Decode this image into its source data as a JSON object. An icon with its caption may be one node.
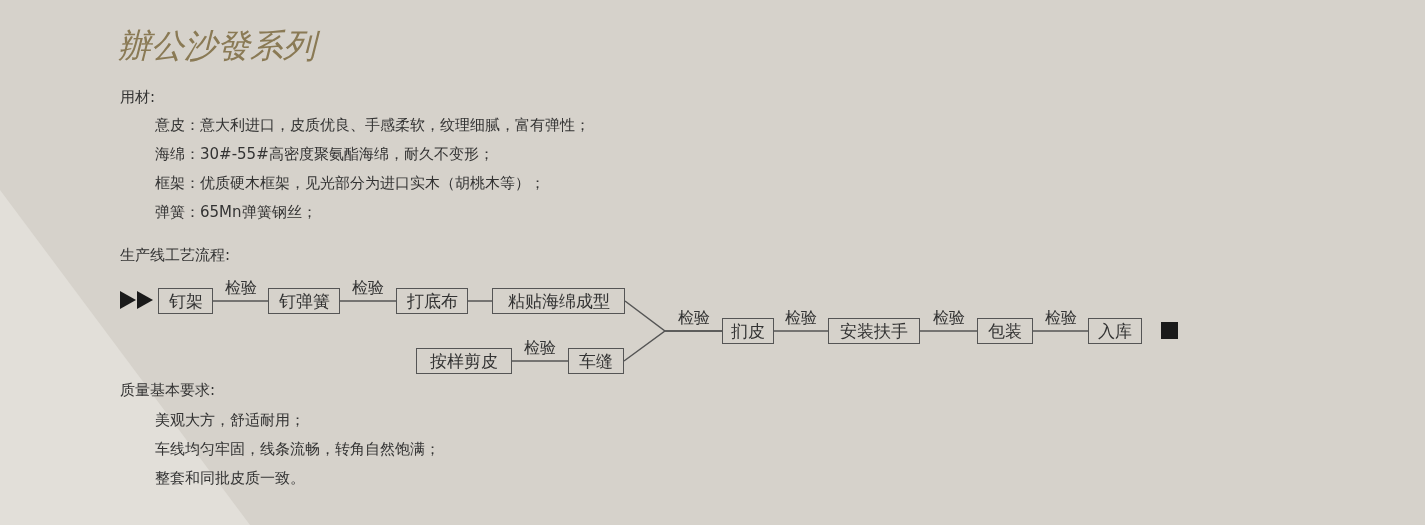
{
  "diagram": {
    "title": "辦公沙發系列",
    "nodes": [
      {
        "text": [],
        "shape": "triangle"
      },
      {
        "text": [
          "钉架"
        ]
      },
      {
        "text": [
          "钉弹簧"
        ]
      },
      {
        "text": [
          "打底布"
        ]
      },
      {
        "text": [
          "粘贴海绵成型"
        ]
      },
      {
        "text": [
          "按样剪皮"
        ]
      },
      {
        "text": [
          "车缝"
        ]
      },
      {
        "text": [
          "扪皮"
        ]
      },
      {
        "text": [
          "安装扶手"
        ]
      },
      {
        "text": [
          "包装"
        ]
      },
      {
        "text": [
          "入库"
        ]
      },
      {
        "text": [],
        "shape": "box"
      }
    ],
    "edges": [
      {
        "from": 1,
        "to": 2,
        "arrow": "none",
        "label": "检验"
      },
      {
        "from": 2,
        "to": 3,
        "arrow": "none",
        "label": "检验"
      },
      {
        "from": 3,
        "to": 4,
        "arrow": "none"
      },
      {
        "from": 5,
        "to": 6,
        "arrow": "none",
        "label": "检验"
      },
      {
        "from": 4,
        "to": 7,
        "arrow": "none",
        "label": "检验"
      },
      {
        "from": 6,
        "to": 7,
        "arrow": "none"
      },
      {
        "from": 7,
        "to": 8,
        "arrow": "none",
        "label": "检验"
      },
      {
        "from": 8,
        "to": 9,
        "arrow": "none",
        "label": "检验"
      },
      {
        "from": 9,
        "to": 10,
        "arrow": "none",
        "label": "检验"
      }
    ],
    "labels": [
      "用材:",
      "意皮：意大利进口，皮质优良、手感柔软，纹理细腻，富有弹性；",
      "海绵：30#-55#高密度聚氨酯海绵，耐久不变形；",
      "框架：优质硬木框架，见光部分为进口实木（胡桃木等）；",
      "弹簧：65Mn弹簧钢丝；",
      "生产线工艺流程:",
      "质量基本要求:",
      "美观大方，舒适耐用；",
      "车线均匀牢固，线条流畅，转角自然饱满；",
      "整套和同批皮质一致。"
    ]
  }
}
